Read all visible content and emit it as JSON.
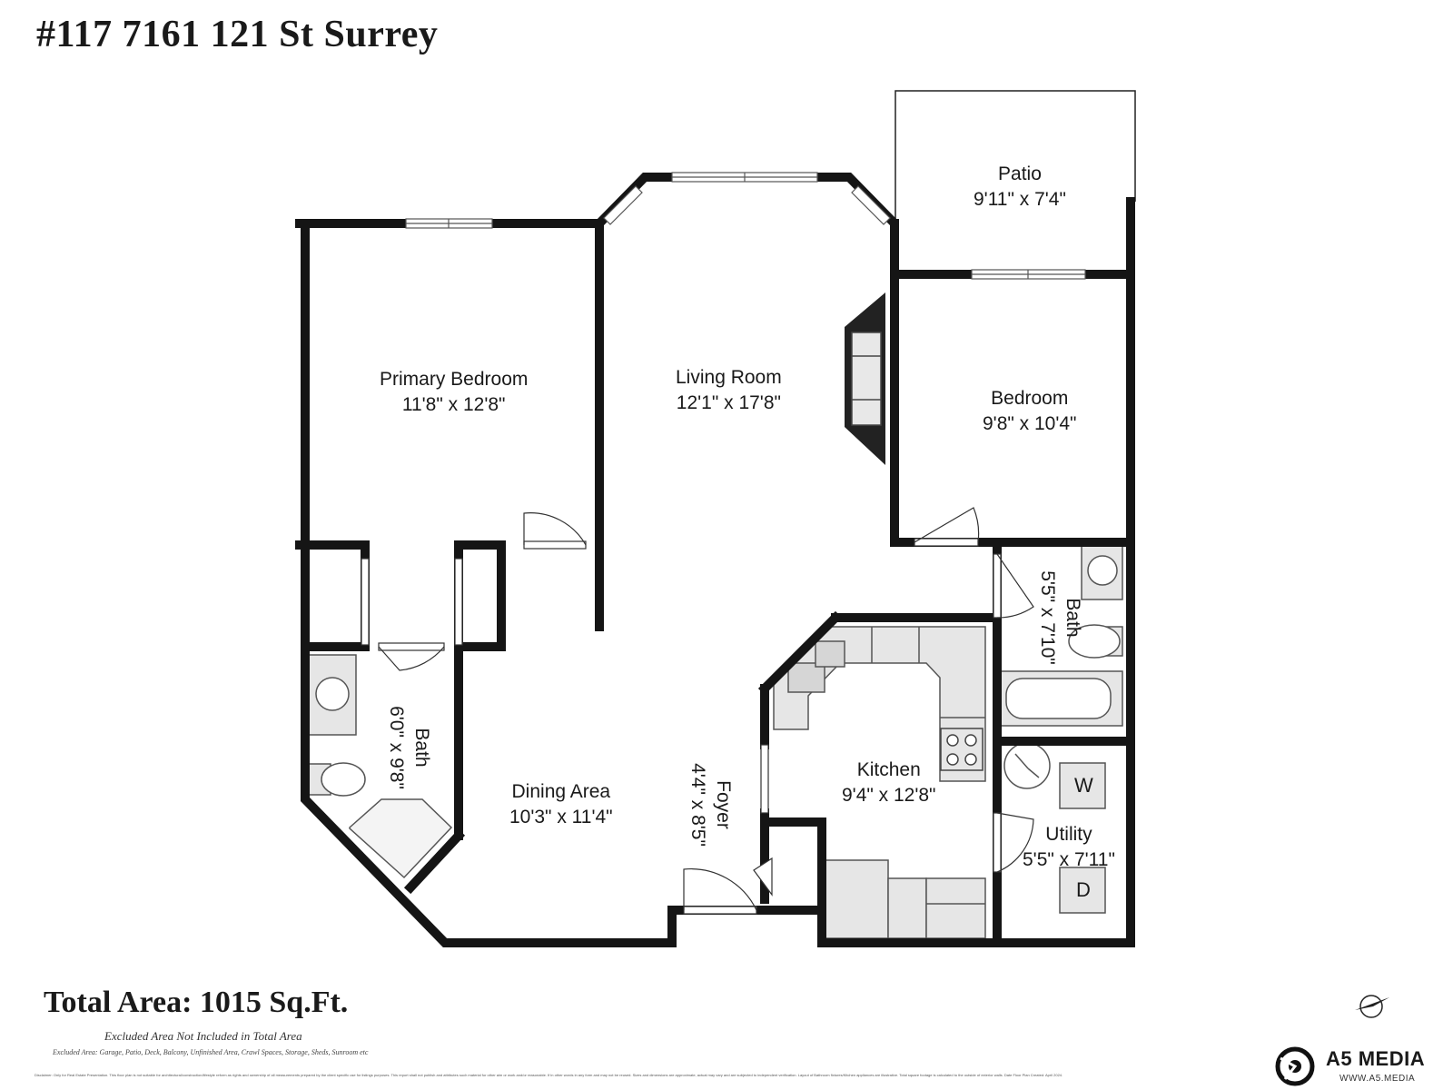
{
  "title": "#117 7161 121 St Surrey",
  "rooms": {
    "patio": {
      "name": "Patio",
      "dims": "9'11\" x 7'4\""
    },
    "primary_bedroom": {
      "name": "Primary Bedroom",
      "dims": "11'8\" x 12'8\""
    },
    "living_room": {
      "name": "Living Room",
      "dims": "12'1\" x 17'8\""
    },
    "bedroom": {
      "name": "Bedroom",
      "dims": "9'8\" x 10'4\""
    },
    "bath_right": {
      "name": "Bath",
      "dims": "5'5\" x 7'10\""
    },
    "bath_left": {
      "name": "Bath",
      "dims": "6'0\" x 9'8\""
    },
    "dining_area": {
      "name": "Dining Area",
      "dims": "10'3\" x 11'4\""
    },
    "foyer": {
      "name": "Foyer",
      "dims": "4'4\" x 8'5\""
    },
    "kitchen": {
      "name": "Kitchen",
      "dims": "9'4\" x 12'8\""
    },
    "utility": {
      "name": "Utility",
      "dims": "5'5\" x 7'11\""
    }
  },
  "appliances": {
    "washer": "W",
    "dryer": "D"
  },
  "total_area": "Total Area: 1015 Sq.Ft.",
  "excluded_note": "Excluded Area Not Included in Total Area",
  "excluded_detail": "Excluded Area: Garage, Patio, Deck, Balcony, Unfinished Area, Crawl Spaces, Storage, Sheds, Sunroom etc",
  "disclaimer": "Disclaimer: Only for Real Estate Presentation. This floor plan is not suitable for architectural/construction/lifestyle reform as rights and ownership of all measurements prepared by the client specific use for listings purposes. This report shall not publish and attributes such material for other aim or work and/or reasonable. If in other words in any form and may not be reused. Sizes and dimensions are approximate, actual may vary and are subjected to independent verification. Layout of Bathroom fixtures/Kitchen appliances are illustrative. Total square footage is calculated to the outside of exterior walls. Date Floor Plan Created: April 2024.",
  "brand": {
    "name": "A5 MEDIA",
    "url": "WWW.A5.MEDIA"
  }
}
